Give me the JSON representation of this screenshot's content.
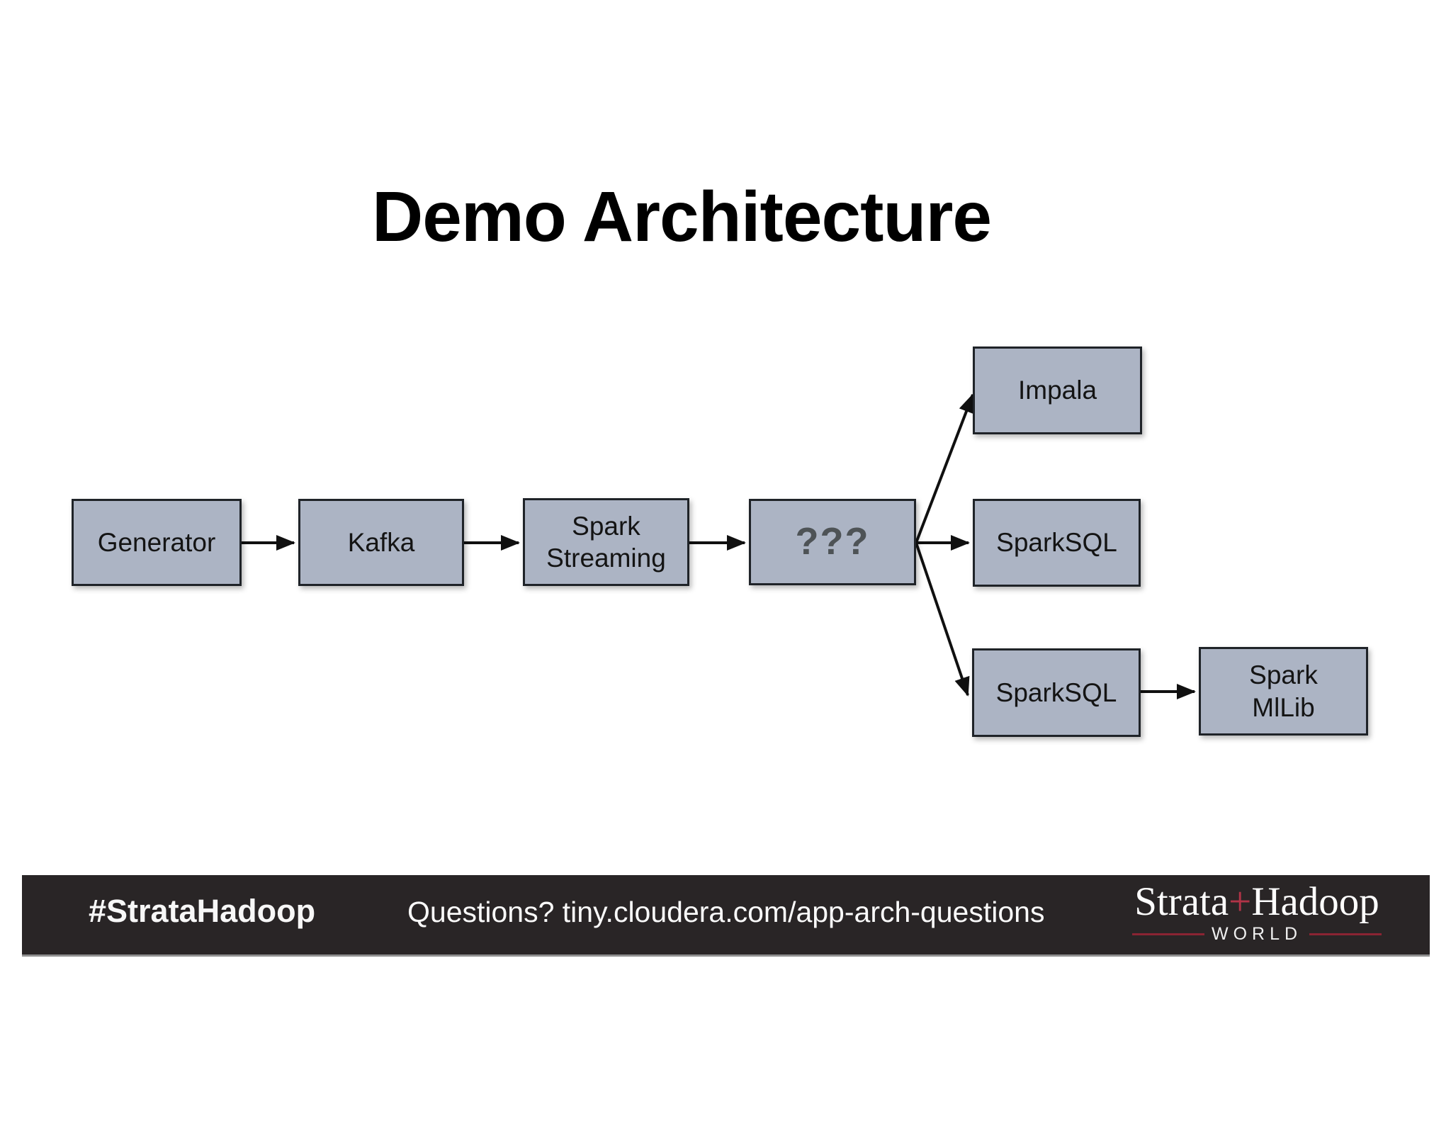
{
  "slide": {
    "title": "Demo Architecture",
    "nodes": [
      {
        "id": "generator",
        "label": "Generator"
      },
      {
        "id": "kafka",
        "label": "Kafka"
      },
      {
        "id": "spark-streaming",
        "label": "Spark\nStreaming"
      },
      {
        "id": "mystery",
        "label": "???"
      },
      {
        "id": "impala",
        "label": "Impala"
      },
      {
        "id": "sparksql-top",
        "label": "SparkSQL"
      },
      {
        "id": "sparksql-bottom",
        "label": "SparkSQL"
      },
      {
        "id": "spark-mllib",
        "label": "Spark\nMlLib"
      }
    ],
    "edges": [
      {
        "from": "generator",
        "to": "kafka"
      },
      {
        "from": "kafka",
        "to": "spark-streaming"
      },
      {
        "from": "spark-streaming",
        "to": "mystery"
      },
      {
        "from": "mystery",
        "to": "impala"
      },
      {
        "from": "mystery",
        "to": "sparksql-top"
      },
      {
        "from": "mystery",
        "to": "sparksql-bottom"
      },
      {
        "from": "sparksql-bottom",
        "to": "spark-mllib"
      }
    ],
    "colors": {
      "node_fill": "#acb4c4",
      "node_border": "#1f2328",
      "mystery_text": "#4e5356",
      "footer_bg": "#292526",
      "accent_red": "#b13347",
      "rule_red": "#8a2433"
    }
  },
  "footer": {
    "hashtag": "#StrataHadoop",
    "questions": "Questions? tiny.cloudera.com/app-arch-questions",
    "logo": {
      "strata": "Strata",
      "plus": "+",
      "hadoop": "Hadoop",
      "world": "WORLD"
    }
  }
}
